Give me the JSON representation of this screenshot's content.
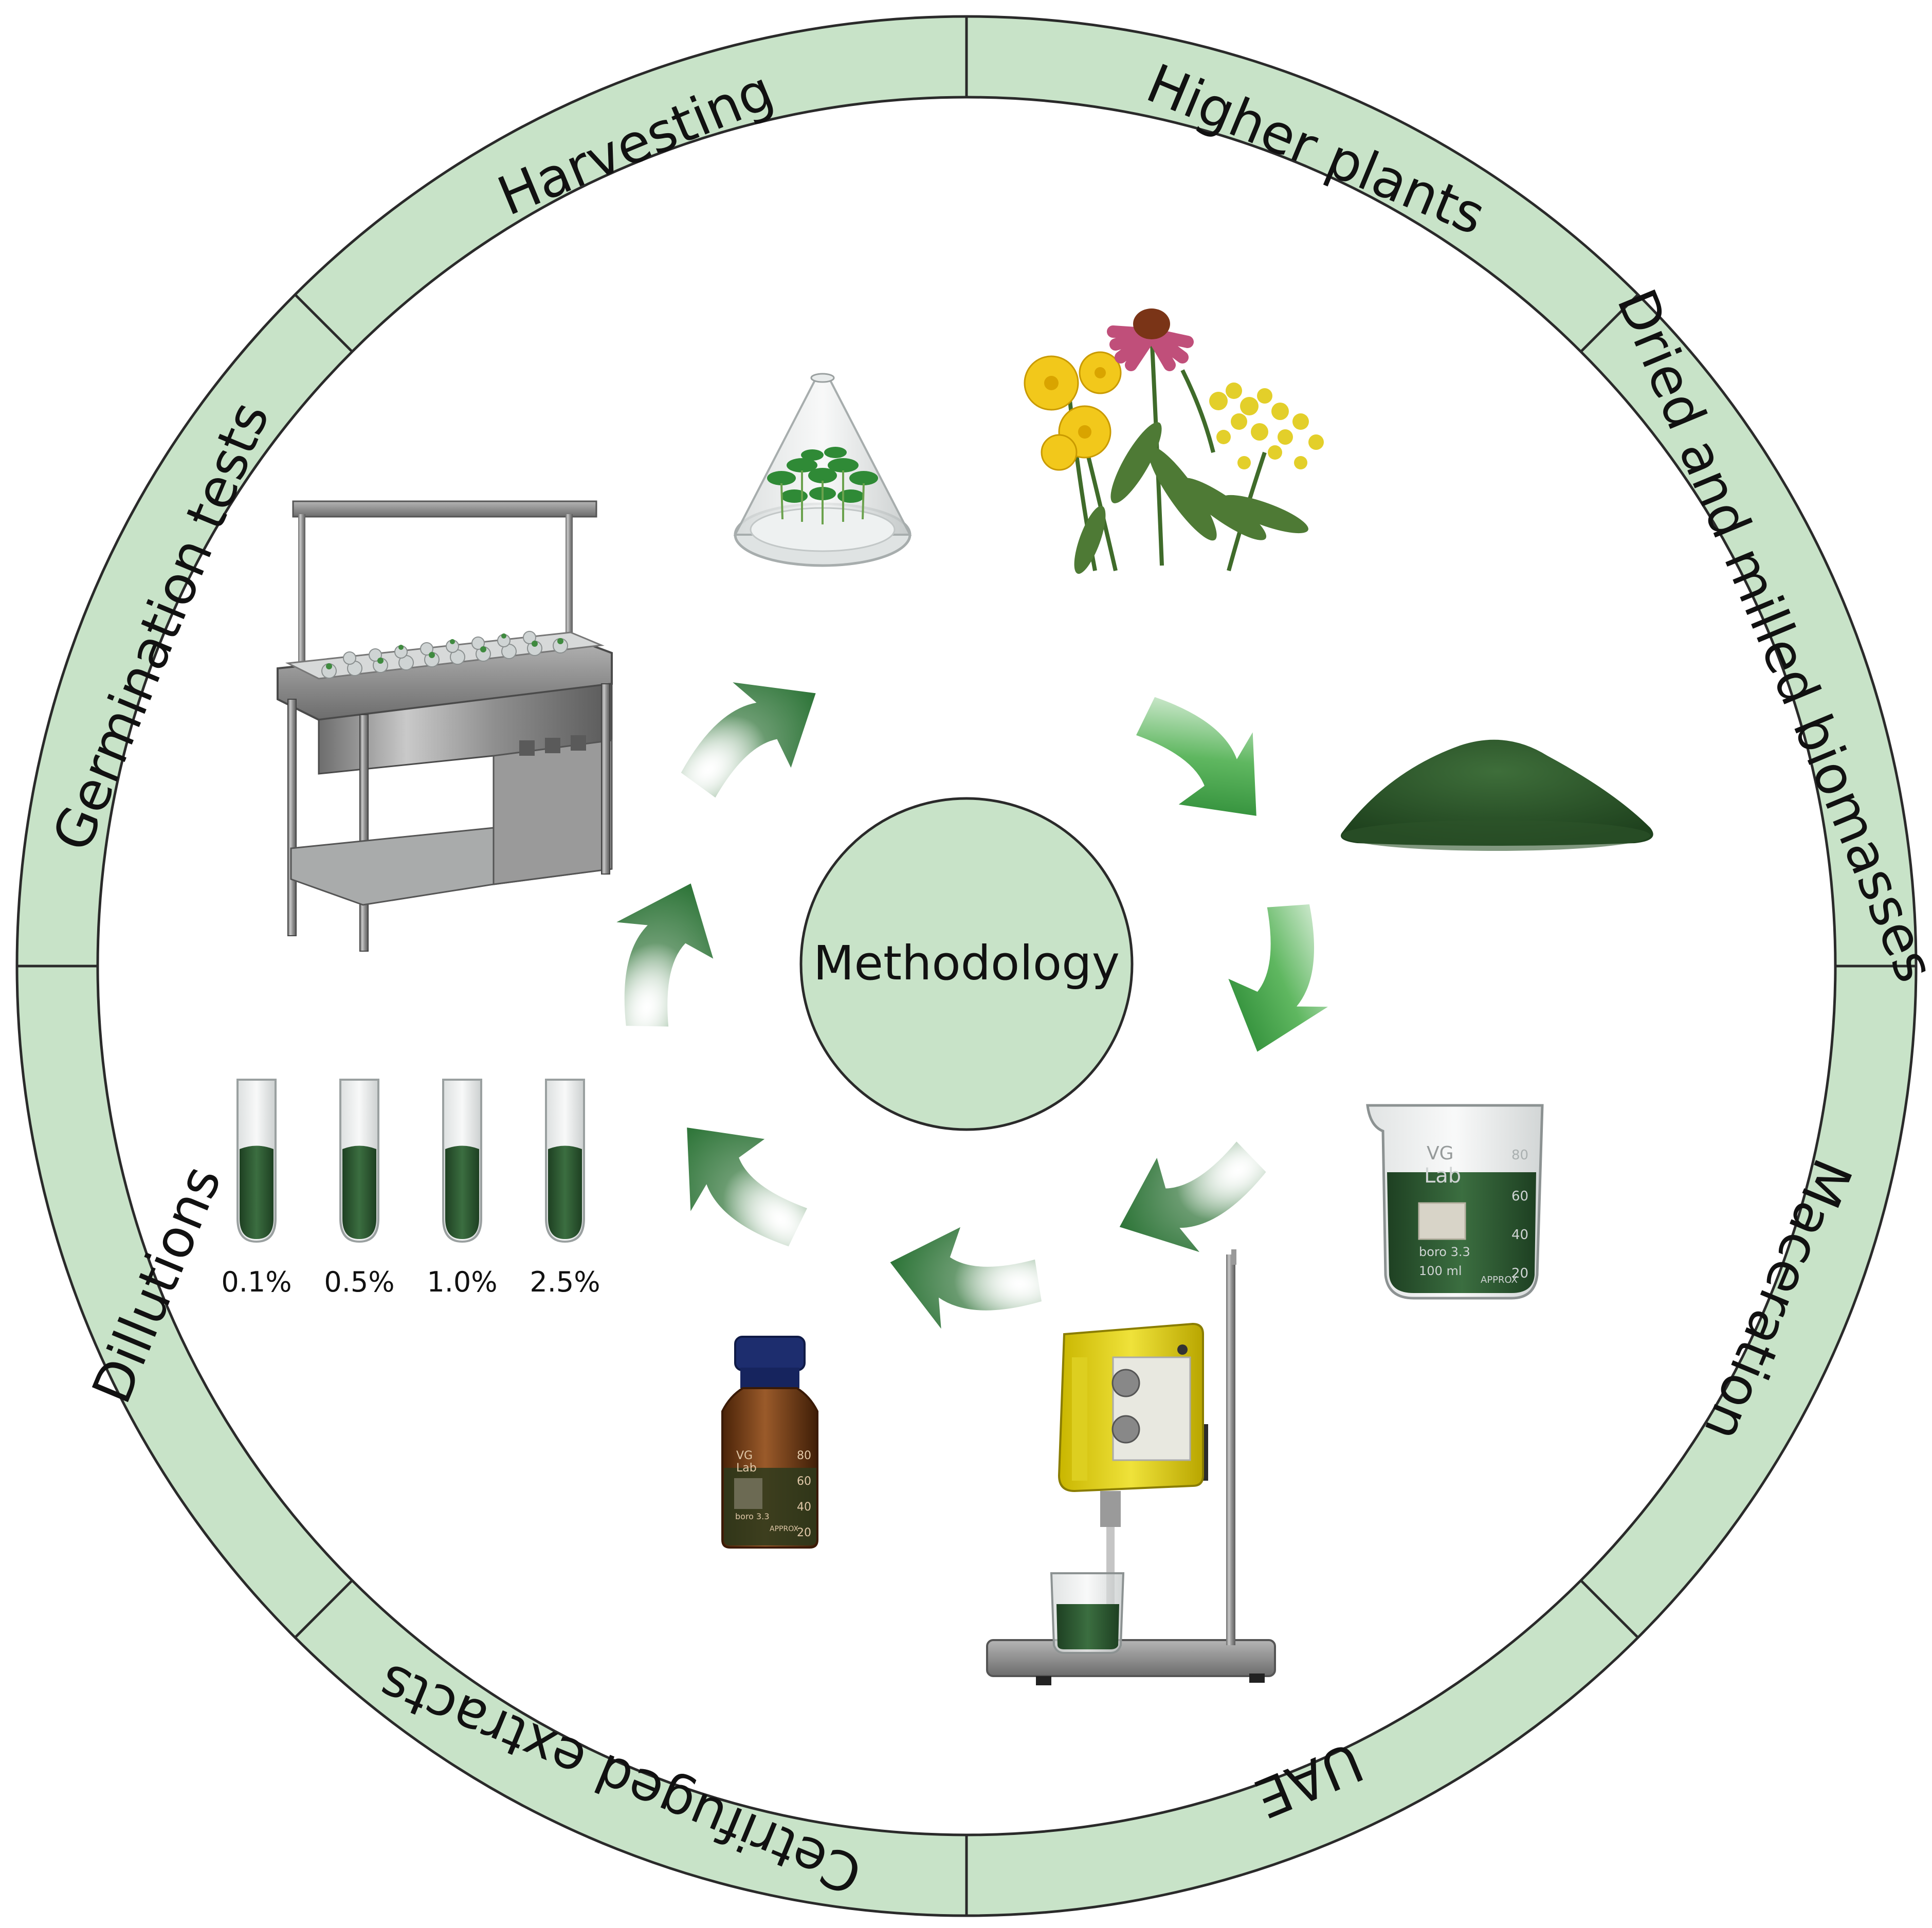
{
  "center": {
    "label": "Methodology"
  },
  "ring_labels": {
    "higher_plants": "Higher plants",
    "dried_milled": "Dried and milled biomasses",
    "maceration": "Maceration",
    "uae": "UAE",
    "centrifuged": "Cetrifuged extracts",
    "dillutions": "Dillutions",
    "germination": "Germination tests",
    "harvesting": "Harvesting"
  },
  "dilutions": [
    "0.1%",
    "0.5%",
    "1.0%",
    "2.5%"
  ],
  "beaker_labels": {
    "brand_vg": "VG",
    "brand_lab": "Lab",
    "material": "boro 3.3",
    "volume": "100 ml",
    "approx": "APPROX",
    "marks": [
      "80",
      "60",
      "40",
      "20"
    ]
  },
  "bottle_labels": {
    "brand_vg": "VG",
    "brand_lab": "Lab",
    "material": "boro 3.3",
    "approx": "APPROX",
    "marks": [
      "80",
      "60",
      "40",
      "20"
    ]
  },
  "colors": {
    "ring_fill": "#c8e3c8",
    "outline": "#2a2a2a",
    "arrow_dark": "#1e6b2a",
    "liquid": "#2c5a30",
    "powder": "#2f5a2c"
  }
}
